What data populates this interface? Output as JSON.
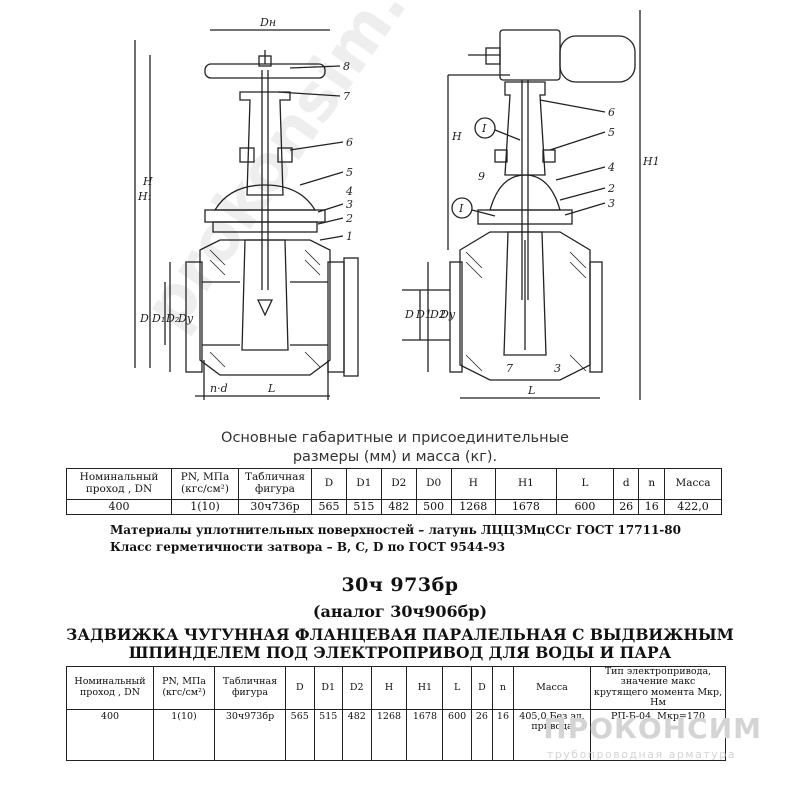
{
  "drawing": {
    "left_labels": {
      "dn": "Dн",
      "h1": "H₁",
      "h": "H",
      "d": "D",
      "d1": "D₁",
      "d2": "D₂",
      "dy": "Dу",
      "nd": "n·d",
      "l": "L"
    },
    "right_labels": {
      "h": "H",
      "h1": "H1",
      "d": "D",
      "d1": "D1",
      "d2": "D2",
      "dy": "Dy",
      "l": "L"
    },
    "left_callouts": [
      "8",
      "7",
      "6",
      "5",
      "4",
      "3",
      "2",
      "1"
    ],
    "right_callouts": [
      "6",
      "5",
      "4",
      "2",
      "3",
      "9",
      "7",
      "3"
    ],
    "circle_callouts": [
      "I",
      "I"
    ]
  },
  "caption": {
    "line1": "Основные габаритные и присоединительные",
    "line2": "размеры (мм) и масса (кг)."
  },
  "table1": {
    "headers": [
      "Номинальный проход , DN",
      "PN, МПа (кгс/см²)",
      "Табличная фигура",
      "D",
      "D1",
      "D2",
      "D0",
      "H",
      "H1",
      "L",
      "d",
      "n",
      "Масса"
    ],
    "row": [
      "400",
      "1(10)",
      "30ч736р",
      "565",
      "515",
      "482",
      "500",
      "1268",
      "1678",
      "600",
      "26",
      "16",
      "422,0"
    ]
  },
  "notes": {
    "materials": "Материалы уплотнительных поверхностей – латунь ЛЦЦЗМцССг ГОСТ 17711-80",
    "tightness": "Класс герметичности затвора – B, C, D по ГОСТ 9544-93"
  },
  "product": {
    "model": "30ч 973бр",
    "analog": "(аналог 30ч906бр)",
    "title_line1": "ЗАДВИЖКА ЧУГУННАЯ ФЛАНЦЕВАЯ ПАРАЛЕЛЬНАЯ С ВЫДВИЖНЫМ",
    "title_line2": "ШПИНДЕЛЕМ ПОД ЭЛЕКТРОПРИВОД ДЛЯ ВОДЫ И ПАРА"
  },
  "table2": {
    "headers": [
      "Номинальный проход , DN",
      "PN, МПа (кгс/см²)",
      "Табличная фигура",
      "D",
      "D1",
      "D2",
      "H",
      "H1",
      "L",
      "D",
      "n",
      "Масса",
      "Тип электропривода, значение макс крутящего момента Мкр, Нм"
    ],
    "row": [
      "400",
      "1(10)",
      "30ч973бр",
      "565",
      "515",
      "482",
      "1268",
      "1678",
      "600",
      "26",
      "16",
      "405,0 Без эл. привода",
      "РП-Б-04, Мкр=170"
    ]
  },
  "watermark": {
    "brand": "ПРОКОНСИМ",
    "sub": "трубопроводная арматура",
    "diag": "prokonsim.ru"
  }
}
